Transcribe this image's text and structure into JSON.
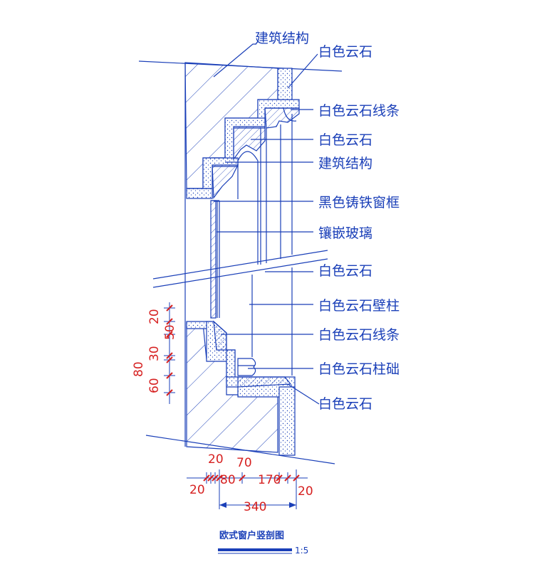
{
  "labels": {
    "building_structure_top": "建筑结构",
    "white_stone_top": "白色云石",
    "white_stone_molding_top": "白色云石线条",
    "white_stone_arch": "白色云石",
    "building_structure_mid": "建筑结构",
    "black_iron_frame": "黑色铸铁窗框",
    "inlaid_glass": "镶嵌玻璃",
    "white_stone_mid": "白色云石",
    "white_stone_pilaster": "白色云石壁柱",
    "white_stone_molding_bottom": "白色云石线条",
    "white_stone_column_base": "白色云石柱础",
    "white_stone_bottom": "白色云石"
  },
  "dimensions": {
    "vertical": [
      "20",
      "50",
      "30",
      "80",
      "60"
    ],
    "horizontal_top": [
      "20",
      "70"
    ],
    "horizontal_mid": [
      "80",
      "170"
    ],
    "horizontal_sides": [
      "20",
      "20"
    ],
    "horizontal_total": "340"
  },
  "title": {
    "text": "欧式窗户竖剖图",
    "scale": "1:5"
  },
  "colors": {
    "line": "#1a3fb8",
    "dimension": "#d62020"
  }
}
